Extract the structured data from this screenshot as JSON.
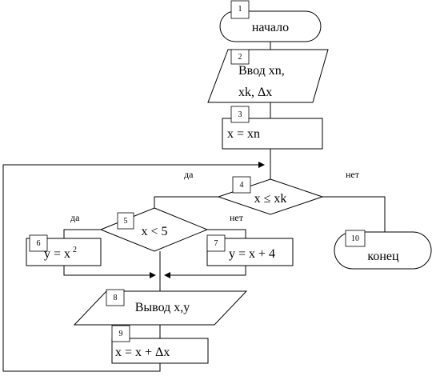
{
  "blocks": {
    "b1": {
      "num": "1",
      "text": "начало"
    },
    "b2": {
      "num": "2",
      "line1": "Ввод xn,",
      "line2": "xk, Δx"
    },
    "b3": {
      "num": "3",
      "text": "x = xn"
    },
    "b4": {
      "num": "4",
      "text": "x ≤ xk"
    },
    "b5": {
      "num": "5",
      "text": "x < 5"
    },
    "b6": {
      "num": "6",
      "text": "y = x",
      "sup": "2"
    },
    "b7": {
      "num": "7",
      "text": "y = x + 4"
    },
    "b8": {
      "num": "8",
      "text": "Вывод x,y"
    },
    "b9": {
      "num": "9",
      "text": "x = x + Δx"
    },
    "b10": {
      "num": "10",
      "text": "конец"
    }
  },
  "branches": {
    "b4_yes": "да",
    "b4_no": "нет",
    "b5_yes": "да",
    "b5_no": "нет"
  }
}
